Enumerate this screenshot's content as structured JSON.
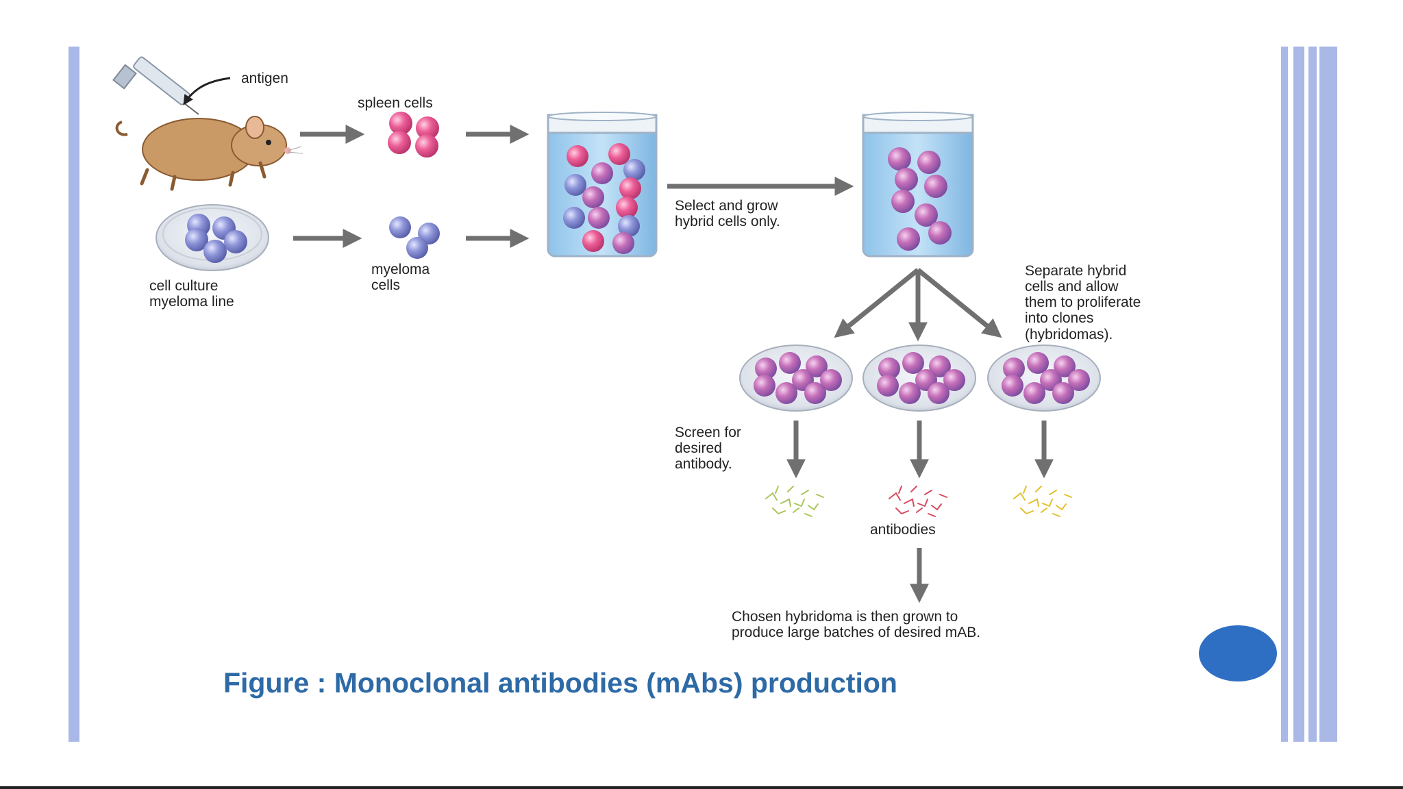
{
  "slide": {
    "caption": "Figure : Monoclonal antibodies (mAbs) production",
    "colors": {
      "caption": "#2d6aa6",
      "frame": "#a9b8e6",
      "circle": "#2f6fc3",
      "spleen_cell": "#e94b8a",
      "myeloma_cell": "#7c83c8"
    }
  },
  "diagram": {
    "antigen": "antigen",
    "spleen_cells": "spleen cells",
    "cell_culture": [
      "cell culture",
      "myeloma line"
    ],
    "myeloma_cells": [
      "myeloma",
      "cells"
    ],
    "select": [
      "Select and grow",
      "hybrid cells only."
    ],
    "separate": [
      "Separate hybrid",
      "cells and allow",
      "them to proliferate",
      "into clones",
      "(hybridomas)."
    ],
    "screen": [
      "Screen for",
      "desired",
      "antibody."
    ],
    "antibodies": "antibodies",
    "chosen": [
      "Chosen hybridoma is then grown to",
      "produce large batches of desired mAB."
    ]
  }
}
